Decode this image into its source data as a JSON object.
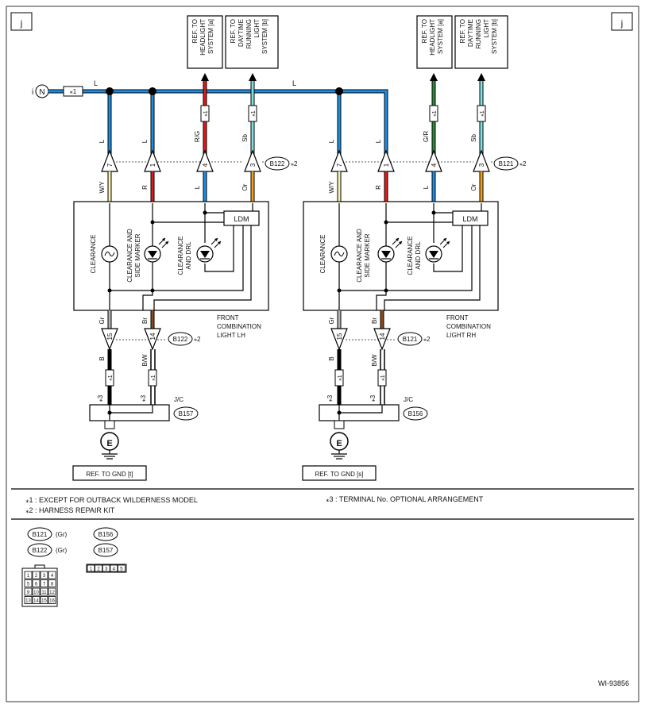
{
  "page": {
    "corner_left": "j",
    "corner_right": "j",
    "footer_id": "WI-93856"
  },
  "legend": {
    "note1": "⁎1  : EXCEPT FOR OUTBACK WILDERNESS MODEL",
    "note2": "⁎2  : HARNESS REPAIR KIT",
    "note3": "⁎3  : TERMINAL No. OPTIONAL ARRANGEMENT"
  },
  "connector_key": {
    "b121": "B121",
    "b122": "B122",
    "b156": "B156",
    "b157": "B157",
    "color_gr": "(Gr)",
    "pins16": [
      "1",
      "2",
      "3",
      "4",
      "5",
      "6",
      "7",
      "8",
      "9",
      "10",
      "11",
      "12",
      "13",
      "14",
      "15",
      "16"
    ],
    "pins5": [
      "1",
      "2",
      "3",
      "4",
      "5"
    ]
  },
  "symbols": {
    "star1": "⁎1",
    "star2": "⁎2",
    "star3": "⁎3",
    "i_label": "i",
    "n_label": "N",
    "ldm": "LDM",
    "ground_e": "E",
    "jc": "J/C"
  },
  "colors": {
    "blue": "#1b8fe6",
    "red": "#e01b1b",
    "green": "#2e8b3a",
    "sky": "#7fe0e6",
    "orange": "#f2a01a",
    "yellow_white": "#f7f0b0",
    "brown": "#8b4a1a",
    "gray": "#b4b4b4",
    "black": "#000000"
  },
  "left": {
    "ref_headlight": [
      "REF. TO",
      "HEADLIGHT",
      "SYSTEM [a]"
    ],
    "ref_drl": [
      "REF. TO",
      "DAYTIME",
      "RUNNING",
      "LIGHT",
      "SYSTEM [b]"
    ],
    "wire_top": "L",
    "connector_top": "B122",
    "connector_bottom": "B122",
    "pin_top": [
      "7",
      "1",
      "4",
      "3"
    ],
    "wire_above": [
      "L",
      "L",
      "R/G",
      "Sb"
    ],
    "wire_below": [
      "W/Y",
      "R",
      "L",
      "Or"
    ],
    "lamp_labels": [
      "CLEARANCE",
      "CLEARANCE AND",
      "SIDE MARKER",
      "CLEARANCE",
      "AND DRL"
    ],
    "combo_label": [
      "FRONT",
      "COMBINATION",
      "LIGHT LH"
    ],
    "pin_bottom": [
      "15",
      "14"
    ],
    "wire_bottom_above": [
      "Gr",
      "Br"
    ],
    "wire_bottom_below": [
      "B",
      "B/W"
    ],
    "jc_connector": "B157",
    "ref_gnd": "REF. TO GND [t]"
  },
  "right": {
    "ref_headlight": [
      "REF. TO",
      "HEADLIGHT",
      "SYSTEM [a]"
    ],
    "ref_drl": [
      "REF. TO",
      "DAYTIME",
      "RUNNING",
      "LIGHT",
      "SYSTEM [b]"
    ],
    "wire_top": "L",
    "connector_top": "B121",
    "connector_bottom": "B121",
    "pin_top": [
      "7",
      "1",
      "4",
      "3"
    ],
    "wire_above": [
      "L",
      "L",
      "G/R",
      "Sb"
    ],
    "wire_below": [
      "W/Y",
      "R",
      "L",
      "Or"
    ],
    "lamp_labels": [
      "CLEARANCE",
      "CLEARANCE AND",
      "SIDE MARKER",
      "CLEARANCE",
      "AND DRL"
    ],
    "combo_label": [
      "FRONT",
      "COMBINATION",
      "LIGHT RH"
    ],
    "pin_bottom": [
      "15",
      "14"
    ],
    "wire_bottom_above": [
      "Gr",
      "Br"
    ],
    "wire_bottom_below": [
      "B",
      "B/W"
    ],
    "jc_connector": "B156",
    "ref_gnd": "REF. TO GND [s]"
  }
}
